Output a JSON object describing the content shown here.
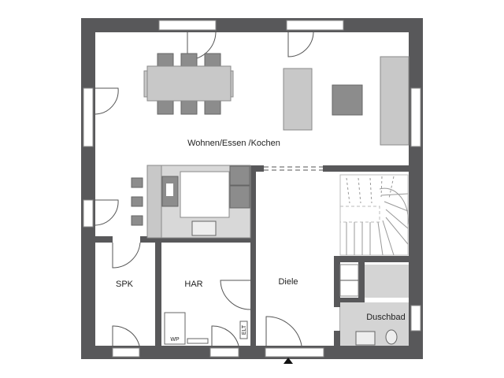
{
  "rooms": {
    "living": "Wohnen/Essen /Kochen",
    "pantry": "SPK",
    "utility": "HAR",
    "hall": "Diele",
    "bath": "Duschbad"
  },
  "fixtures": {
    "heat_pump": "WP",
    "electrical": "ELT"
  },
  "colors": {
    "wall": "#58585a",
    "floor_tile": "#d4d4d4",
    "furniture": "#c8c8c8"
  }
}
